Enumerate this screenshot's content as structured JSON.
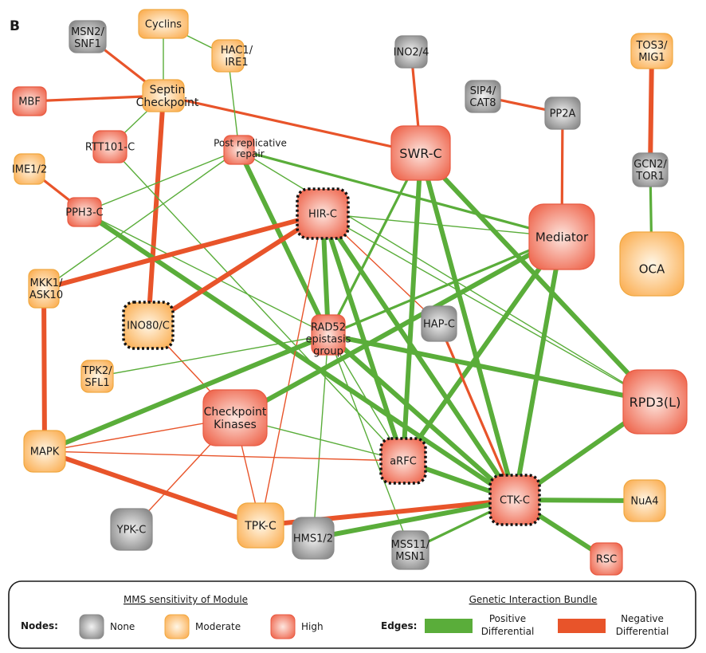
{
  "panel_label": "B",
  "colors": {
    "positive": "#5aad3a",
    "negative": "#e8542a",
    "none_fill": "#8a8a8a",
    "moderate_fill": "#fbc27a",
    "high_fill": "#f17a62"
  },
  "nodes": [
    {
      "id": "cyclins",
      "lines": [
        "Cyclins"
      ],
      "sens": "moderate",
      "dotted": false
    },
    {
      "id": "msn2",
      "lines": [
        "MSN2/",
        "SNF1"
      ],
      "sens": "none",
      "dotted": false
    },
    {
      "id": "hac1",
      "lines": [
        "HAC1/",
        "IRE1"
      ],
      "sens": "moderate",
      "dotted": false
    },
    {
      "id": "ino24",
      "lines": [
        "INO2/4"
      ],
      "sens": "none",
      "dotted": false
    },
    {
      "id": "tos3",
      "lines": [
        "TOS3/",
        "MIG1"
      ],
      "sens": "moderate",
      "dotted": false
    },
    {
      "id": "mbf",
      "lines": [
        "MBF"
      ],
      "sens": "high",
      "dotted": false
    },
    {
      "id": "septin",
      "lines": [
        "Septin",
        "Checkpoint"
      ],
      "sens": "moderate",
      "dotted": false
    },
    {
      "id": "sip4",
      "lines": [
        "SIP4/",
        "CAT8"
      ],
      "sens": "none",
      "dotted": false
    },
    {
      "id": "pp2a",
      "lines": [
        "PP2A"
      ],
      "sens": "none",
      "dotted": false
    },
    {
      "id": "rtt101",
      "lines": [
        "RTT101-C"
      ],
      "sens": "high",
      "dotted": false
    },
    {
      "id": "postrep",
      "lines": [
        "Post replicative",
        "repair"
      ],
      "sens": "high",
      "dotted": false
    },
    {
      "id": "swrc",
      "lines": [
        "SWR-C"
      ],
      "sens": "high",
      "dotted": false
    },
    {
      "id": "ime12",
      "lines": [
        "IME1/2"
      ],
      "sens": "moderate",
      "dotted": false
    },
    {
      "id": "gcn2",
      "lines": [
        "GCN2/",
        "TOR1"
      ],
      "sens": "none",
      "dotted": false
    },
    {
      "id": "pph3",
      "lines": [
        "PPH3-C"
      ],
      "sens": "high",
      "dotted": false
    },
    {
      "id": "hirc",
      "lines": [
        "HIR-C"
      ],
      "sens": "high",
      "dotted": true
    },
    {
      "id": "mediator",
      "lines": [
        "Mediator"
      ],
      "sens": "high",
      "dotted": false
    },
    {
      "id": "oca",
      "lines": [
        "OCA"
      ],
      "sens": "moderate",
      "dotted": false
    },
    {
      "id": "mkk1",
      "lines": [
        "MKK1/",
        "ASK10"
      ],
      "sens": "moderate",
      "dotted": false
    },
    {
      "id": "ino80",
      "lines": [
        "INO80/C"
      ],
      "sens": "moderate",
      "dotted": true
    },
    {
      "id": "rad52",
      "lines": [
        "RAD52",
        "epistasis",
        "group"
      ],
      "sens": "high",
      "dotted": false
    },
    {
      "id": "hapc",
      "lines": [
        "HAP-C"
      ],
      "sens": "none",
      "dotted": false
    },
    {
      "id": "tpk2",
      "lines": [
        "TPK2/",
        "SFL1"
      ],
      "sens": "moderate",
      "dotted": false
    },
    {
      "id": "rpd3",
      "lines": [
        "RPD3(L)"
      ],
      "sens": "high",
      "dotted": false
    },
    {
      "id": "checkpoint",
      "lines": [
        "Checkpoint",
        "Kinases"
      ],
      "sens": "high",
      "dotted": false
    },
    {
      "id": "mapk",
      "lines": [
        "MAPK"
      ],
      "sens": "moderate",
      "dotted": false
    },
    {
      "id": "arfc",
      "lines": [
        "aRFC"
      ],
      "sens": "high",
      "dotted": true
    },
    {
      "id": "ctkc",
      "lines": [
        "CTK-C"
      ],
      "sens": "high",
      "dotted": true
    },
    {
      "id": "nua4",
      "lines": [
        "NuA4"
      ],
      "sens": "moderate",
      "dotted": false
    },
    {
      "id": "ypkc",
      "lines": [
        "YPK-C"
      ],
      "sens": "none",
      "dotted": false
    },
    {
      "id": "tpkc",
      "lines": [
        "TPK-C"
      ],
      "sens": "moderate",
      "dotted": false
    },
    {
      "id": "rsc",
      "lines": [
        "RSC"
      ],
      "sens": "high",
      "dotted": false
    },
    {
      "id": "hms12",
      "lines": [
        "HMS1/2"
      ],
      "sens": "none",
      "dotted": false
    },
    {
      "id": "mss11",
      "lines": [
        "MSS11/",
        "MSN1"
      ],
      "sens": "none",
      "dotted": false
    }
  ],
  "edges": [
    {
      "from": "msn2",
      "to": "septin",
      "type": "negative",
      "weight": "medium"
    },
    {
      "from": "cyclins",
      "to": "septin",
      "type": "positive",
      "weight": "thin"
    },
    {
      "from": "cyclins",
      "to": "hac1",
      "type": "positive",
      "weight": "thin"
    },
    {
      "from": "mbf",
      "to": "septin",
      "type": "negative",
      "weight": "medium"
    },
    {
      "from": "septin",
      "to": "swrc",
      "type": "negative",
      "weight": "medium"
    },
    {
      "from": "septin",
      "to": "rtt101",
      "type": "positive",
      "weight": "thin"
    },
    {
      "from": "septin",
      "to": "ino80",
      "type": "negative",
      "weight": "thick"
    },
    {
      "from": "hac1",
      "to": "postrep",
      "type": "positive",
      "weight": "thin"
    },
    {
      "from": "ino24",
      "to": "swrc",
      "type": "negative",
      "weight": "medium"
    },
    {
      "from": "sip4",
      "to": "pp2a",
      "type": "negative",
      "weight": "medium"
    },
    {
      "from": "pp2a",
      "to": "mediator",
      "type": "negative",
      "weight": "medium"
    },
    {
      "from": "tos3",
      "to": "gcn2",
      "type": "negative",
      "weight": "thick"
    },
    {
      "from": "gcn2",
      "to": "oca",
      "type": "positive",
      "weight": "medium"
    },
    {
      "from": "ime12",
      "to": "pph3",
      "type": "negative",
      "weight": "medium"
    },
    {
      "from": "postrep",
      "to": "mediator",
      "type": "positive",
      "weight": "medium"
    },
    {
      "from": "postrep",
      "to": "rad52",
      "type": "positive",
      "weight": "thick"
    },
    {
      "from": "postrep",
      "to": "pph3",
      "type": "positive",
      "weight": "thin"
    },
    {
      "from": "postrep",
      "to": "mkk1",
      "type": "positive",
      "weight": "thin"
    },
    {
      "from": "postrep",
      "to": "rpd3",
      "type": "positive",
      "weight": "thin"
    },
    {
      "from": "rtt101",
      "to": "arfc",
      "type": "positive",
      "weight": "thin"
    },
    {
      "from": "pph3",
      "to": "ctkc",
      "type": "positive",
      "weight": "thick"
    },
    {
      "from": "pph3",
      "to": "rad52",
      "type": "positive",
      "weight": "thin"
    },
    {
      "from": "mkk1",
      "to": "hirc",
      "type": "negative",
      "weight": "thick"
    },
    {
      "from": "mkk1",
      "to": "mapk",
      "type": "negative",
      "weight": "thick"
    },
    {
      "from": "ino80",
      "to": "hirc",
      "type": "negative",
      "weight": "thick"
    },
    {
      "from": "ino80",
      "to": "checkpoint",
      "type": "negative",
      "weight": "thin"
    },
    {
      "from": "hirc",
      "to": "arfc",
      "type": "positive",
      "weight": "thick"
    },
    {
      "from": "hirc",
      "to": "ctkc",
      "type": "positive",
      "weight": "thick"
    },
    {
      "from": "hirc",
      "to": "hapc",
      "type": "negative",
      "weight": "thin"
    },
    {
      "from": "hirc",
      "to": "tpkc",
      "type": "negative",
      "weight": "thin"
    },
    {
      "from": "hirc",
      "to": "rad52",
      "type": "positive",
      "weight": "thick"
    },
    {
      "from": "swrc",
      "to": "arfc",
      "type": "positive",
      "weight": "thick"
    },
    {
      "from": "swrc",
      "to": "ctkc",
      "type": "positive",
      "weight": "thick"
    },
    {
      "from": "swrc",
      "to": "rad52",
      "type": "positive",
      "weight": "medium"
    },
    {
      "from": "swrc",
      "to": "rpd3",
      "type": "positive",
      "weight": "thick"
    },
    {
      "from": "mediator",
      "to": "arfc",
      "type": "positive",
      "weight": "thick"
    },
    {
      "from": "mediator",
      "to": "ctkc",
      "type": "positive",
      "weight": "thick"
    },
    {
      "from": "mediator",
      "to": "rad52",
      "type": "positive",
      "weight": "medium"
    },
    {
      "from": "mediator",
      "to": "checkpoint",
      "type": "positive",
      "weight": "thick"
    },
    {
      "from": "mediator",
      "to": "hirc",
      "type": "positive",
      "weight": "thin"
    },
    {
      "from": "hapc",
      "to": "ctkc",
      "type": "negative",
      "weight": "medium"
    },
    {
      "from": "rad52",
      "to": "rpd3",
      "type": "positive",
      "weight": "thick"
    },
    {
      "from": "rad52",
      "to": "ctkc",
      "type": "positive",
      "weight": "thick"
    },
    {
      "from": "rad52",
      "to": "arfc",
      "type": "positive",
      "weight": "thin"
    },
    {
      "from": "rad52",
      "to": "tpk2",
      "type": "positive",
      "weight": "thin"
    },
    {
      "from": "rad52",
      "to": "hms12",
      "type": "positive",
      "weight": "thin"
    },
    {
      "from": "rad52",
      "to": "mss11",
      "type": "positive",
      "weight": "thin"
    },
    {
      "from": "rpd3",
      "to": "ctkc",
      "type": "positive",
      "weight": "thick"
    },
    {
      "from": "rpd3",
      "to": "hirc",
      "type": "positive",
      "weight": "thin"
    },
    {
      "from": "checkpoint",
      "to": "tpkc",
      "type": "negative",
      "weight": "thin"
    },
    {
      "from": "checkpoint",
      "to": "ypkc",
      "type": "negative",
      "weight": "thin"
    },
    {
      "from": "checkpoint",
      "to": "arfc",
      "type": "positive",
      "weight": "thin"
    },
    {
      "from": "checkpoint",
      "to": "mapk",
      "type": "negative",
      "weight": "thin"
    },
    {
      "from": "mapk",
      "to": "rad52",
      "type": "positive",
      "weight": "thick"
    },
    {
      "from": "mapk",
      "to": "tpkc",
      "type": "negative",
      "weight": "thick"
    },
    {
      "from": "mapk",
      "to": "arfc",
      "type": "negative",
      "weight": "thin"
    },
    {
      "from": "tpkc",
      "to": "ctkc",
      "type": "negative",
      "weight": "thick"
    },
    {
      "from": "arfc",
      "to": "ctkc",
      "type": "positive",
      "weight": "thick"
    },
    {
      "from": "ctkc",
      "to": "nua4",
      "type": "positive",
      "weight": "thick"
    },
    {
      "from": "ctkc",
      "to": "rsc",
      "type": "positive",
      "weight": "thick"
    },
    {
      "from": "ctkc",
      "to": "hms12",
      "type": "positive",
      "weight": "thick"
    },
    {
      "from": "ctkc",
      "to": "mss11",
      "type": "positive",
      "weight": "medium"
    }
  ],
  "legend": {
    "nodes_title": "MMS sensitivity of Module",
    "nodes_label": "Nodes:",
    "none": "None",
    "moderate": "Moderate",
    "high": "High",
    "edges_title": "Genetic Interaction Bundle",
    "edges_label": "Edges:",
    "positive_lines": [
      "Positive",
      "Differential"
    ],
    "negative_lines": [
      "Negative",
      "Differential"
    ]
  }
}
